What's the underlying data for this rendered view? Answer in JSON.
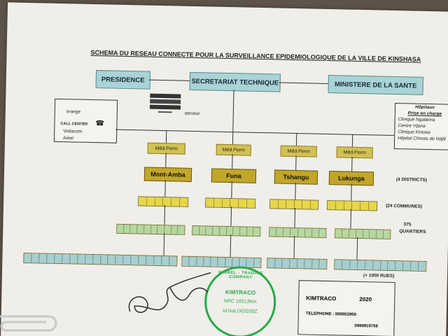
{
  "title": "SCHEMA DU RESEAU CONNECTE POUR LA SURVEILLANCE EPIDEMIOLOGIQUE DE LA VILLE DE KINSHASA",
  "top_nodes": {
    "presidence": "PRESIDENCE",
    "secretariat": "SECRETARIAT TECHNIQUE",
    "ministere": "MINISTERE DE LA SANTE"
  },
  "server_label": "serveur",
  "call_center": {
    "orange": "orange",
    "label": "CALL CENTER",
    "vodacom": "Vodacom",
    "airtel": "Airtel"
  },
  "hospitals": {
    "title": "Hôpitaux",
    "subtitle": "Prise en charge",
    "items": [
      "Clinique Ngaliema",
      "Centre Vijana",
      "Clinique Kinoise",
      "Hôpital Chinois de Ndjili"
    ]
  },
  "med_perm": [
    "Méd.Perm",
    "Méd.Perm",
    "Méd.Perm",
    "Méd.Perm"
  ],
  "districts": [
    "Mont-Amba",
    "Funa",
    "Tshangu",
    "Lukunga"
  ],
  "level_notes": {
    "districts": "(4 DISTRICTS)",
    "communes": "(24 COMMUNES)",
    "quartiers_count": "375",
    "quartiers": "QUARTIERS",
    "rues": "(+ 1000 RUES)"
  },
  "company_box": {
    "name": "KIMTRACO",
    "year": "2020",
    "telephone": "TELEPHONE : 089853959",
    "phone2": "0999919759"
  },
  "stamp": {
    "ring": "KIMBEL - TRADING COMPANY",
    "name": "KIMTRACO",
    "nrc": "NRC 19513Kin",
    "idnat": "Id.Nat.D63200Z"
  },
  "colors": {
    "teal": "#a9d3d4",
    "mustard": "#c2a62a",
    "yellow": "#e6d648",
    "green": "#b7d7a0",
    "stamp_green": "#2aa84a"
  },
  "icons": [
    "server-icon",
    "telephone-icon",
    "signature",
    "paperclip-icon"
  ]
}
